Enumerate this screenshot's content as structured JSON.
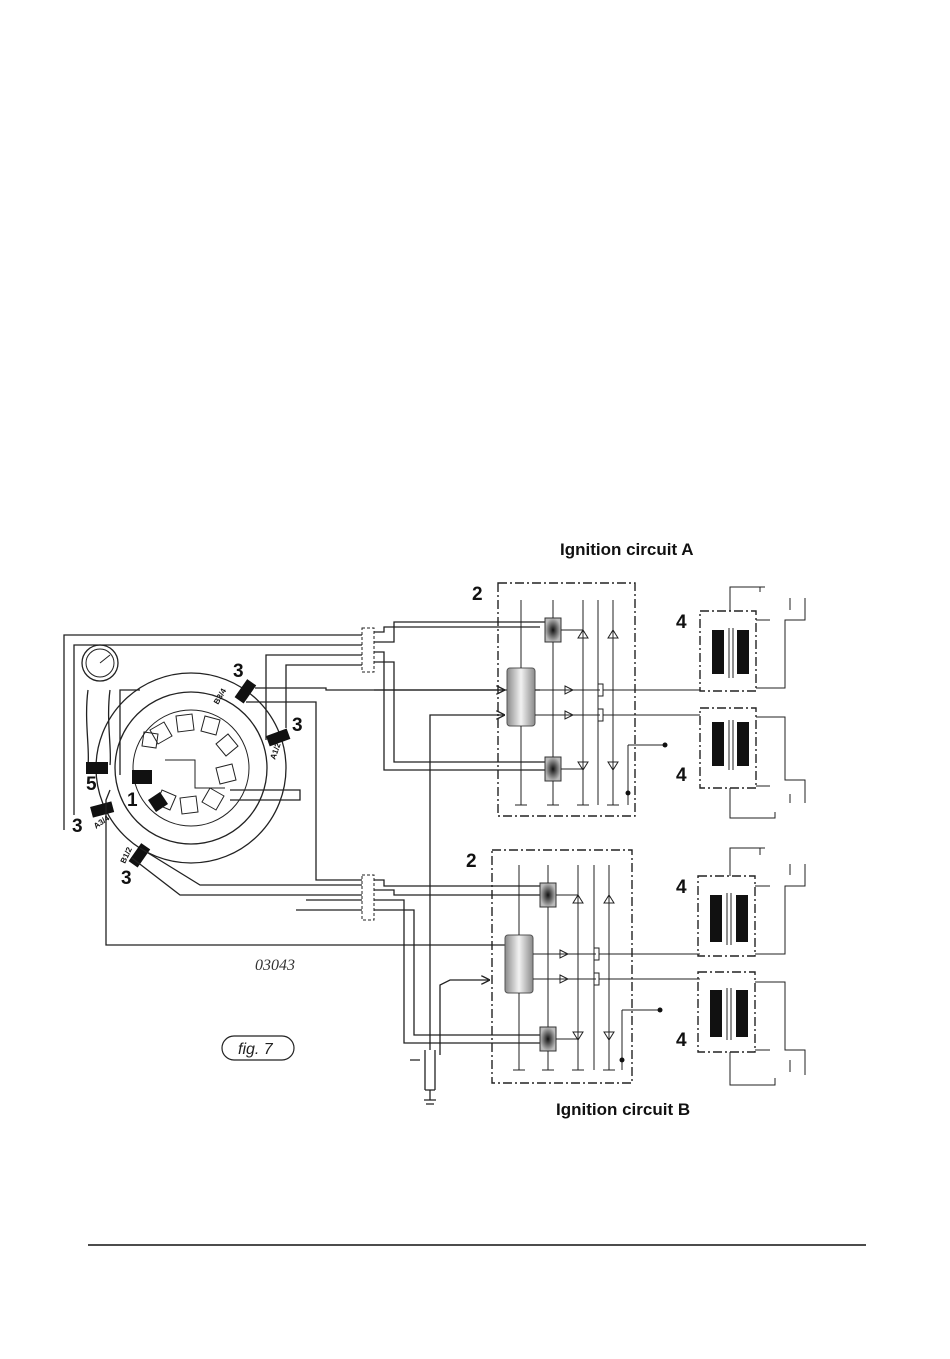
{
  "diagram": {
    "title_a": "Ignition circuit A",
    "title_b": "Ignition circuit B",
    "drawing_code": "03043",
    "figure_label": "fig. 7",
    "callouts": {
      "generator": "1",
      "ignition_unit": "2",
      "trigger": "3",
      "ignition_coil": "4",
      "rev_counter_pickup": "5"
    },
    "trigger_labels": {
      "a12": "A1/2",
      "a34": "A3/4",
      "b12": "B1/2",
      "b34": "B3/4"
    }
  }
}
